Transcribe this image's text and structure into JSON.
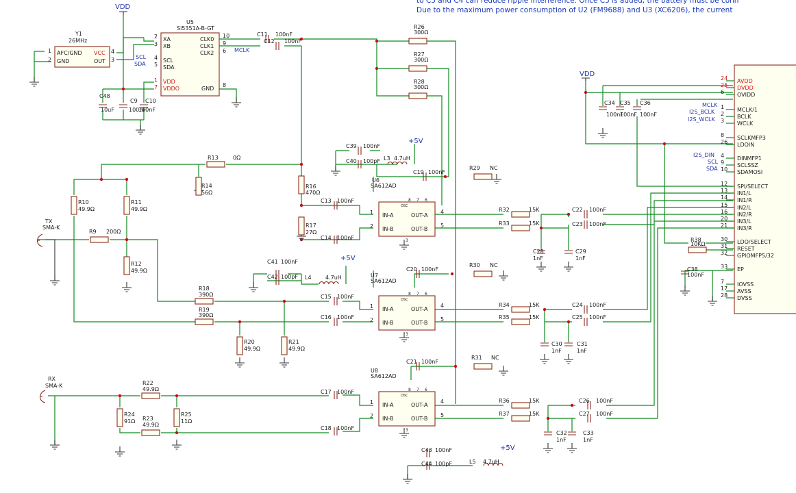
{
  "note_lines": [
    "to C5 and C4 can reduce ripple interference. Once C5 is added, the battery must be conn",
    "Due to the maximum power consumption of U2 (FM9688) and U3 (XC6206), the current"
  ],
  "power": {
    "vdd": "VDD",
    "p5v": "+5V"
  },
  "y1": {
    "ref": "Y1",
    "value": "26MHz",
    "pins": [
      "AFC/GND",
      "GND",
      "VCC",
      "OUT"
    ],
    "pin_nums": [
      "1",
      "2",
      "3",
      "4"
    ]
  },
  "u5": {
    "ref": "U5",
    "part": "Si5351A-B-GT",
    "left_pins": [
      {
        "num": "2",
        "name": "XA"
      },
      {
        "num": "3",
        "name": "XB"
      },
      {
        "num": "4",
        "name": "SCL"
      },
      {
        "num": "5",
        "name": "SDA"
      },
      {
        "num": "1",
        "name": "VDD"
      },
      {
        "num": "7",
        "name": "VDDO"
      }
    ],
    "right_pins": [
      {
        "num": "10",
        "name": "CLK0"
      },
      {
        "num": "9",
        "name": "CLK1"
      },
      {
        "num": "6",
        "name": "CLK2"
      },
      {
        "num": "8",
        "name": "GND"
      }
    ],
    "net_labels": [
      "SCL",
      "SDA",
      "MCLK"
    ]
  },
  "sa612": {
    "pins_left": [
      {
        "num": "1",
        "name": "IN-A"
      },
      {
        "num": "2",
        "name": "IN-B"
      }
    ],
    "pins_right": [
      {
        "num": "4",
        "name": "OUT-A"
      },
      {
        "num": "5",
        "name": "OUT-B"
      }
    ],
    "osc": "OSC",
    "top_pins": [
      "8",
      "7",
      "6"
    ],
    "bottom_pin": "3",
    "units": [
      {
        "ref": "U6",
        "part": "SA612AD"
      },
      {
        "ref": "U7",
        "part": "SA612AD"
      },
      {
        "ref": "U8",
        "part": "SA612AD"
      }
    ]
  },
  "codec": {
    "pins": [
      {
        "num": "24",
        "name": "AVDD",
        "red": true
      },
      {
        "num": "25",
        "name": "DVDD",
        "red": true
      },
      {
        "num": "6",
        "name": "OVIDD"
      },
      {
        "num": "1",
        "name": "MCLK/1"
      },
      {
        "num": "2",
        "name": "BCLK"
      },
      {
        "num": "3",
        "name": "WCLK"
      },
      {
        "num": "8",
        "name": "SCLKMFP3"
      },
      {
        "num": "26",
        "name": "LDOIN"
      },
      {
        "num": "4",
        "name": "DINMFP1"
      },
      {
        "num": "9",
        "name": "SCLSSZ"
      },
      {
        "num": "10",
        "name": "SDAMOSI"
      },
      {
        "num": "12",
        "name": "SPI/SELECT"
      },
      {
        "num": "13",
        "name": "IN1/L"
      },
      {
        "num": "14",
        "name": "IN1/R"
      },
      {
        "num": "15",
        "name": "IN2/L"
      },
      {
        "num": "16",
        "name": "IN2/R"
      },
      {
        "num": "20",
        "name": "IN3/L"
      },
      {
        "num": "21",
        "name": "IN3/R"
      },
      {
        "num": "30",
        "name": "LDO/SELECT"
      },
      {
        "num": "31",
        "name": "RESET"
      },
      {
        "num": "32",
        "name": "GPIOMFP5/32"
      },
      {
        "num": "33",
        "name": "EP"
      },
      {
        "num": "7",
        "name": "IOVSS"
      },
      {
        "num": "17",
        "name": "AVSS"
      },
      {
        "num": "28",
        "name": "DVSS"
      }
    ],
    "net_labels": [
      "MCLK",
      "I2S_BCLK",
      "I2S_WCLK",
      "I2S_DIN",
      "SCL",
      "SDA"
    ]
  },
  "connectors": [
    {
      "ref": "TX",
      "part": "SMA-K"
    },
    {
      "ref": "RX",
      "part": "SMA-K"
    }
  ],
  "components": [
    {
      "id": "C11",
      "ref": "C11",
      "value": "100nF"
    },
    {
      "id": "C12",
      "ref": "C12",
      "value": "100nF"
    },
    {
      "id": "C48",
      "ref": "C48",
      "value": "10uF"
    },
    {
      "id": "C9",
      "ref": "C9",
      "value": "100nF"
    },
    {
      "id": "C10",
      "ref": "C10",
      "value": "100nF"
    },
    {
      "id": "R26",
      "ref": "R26",
      "value": "300Ω"
    },
    {
      "id": "R27",
      "ref": "R27",
      "value": "300Ω"
    },
    {
      "id": "R28",
      "ref": "R28",
      "value": "300Ω"
    },
    {
      "id": "C39",
      "ref": "C39",
      "value": "100nF"
    },
    {
      "id": "C40",
      "ref": "C40",
      "value": "100pF"
    },
    {
      "id": "L3",
      "ref": "L3",
      "value": "4.7uH"
    },
    {
      "id": "C19",
      "ref": "C19",
      "value": "100nF"
    },
    {
      "id": "R29",
      "ref": "R29",
      "value": "NC"
    },
    {
      "id": "R13",
      "ref": "R13",
      "value": "0Ω"
    },
    {
      "id": "R14",
      "ref": "R14",
      "value": "56Ω"
    },
    {
      "id": "R16",
      "ref": "R16",
      "value": "470Ω"
    },
    {
      "id": "R17",
      "ref": "R17",
      "value": "27Ω"
    },
    {
      "id": "R10",
      "ref": "R10",
      "value": "49.9Ω"
    },
    {
      "id": "R11",
      "ref": "R11",
      "value": "49.9Ω"
    },
    {
      "id": "R9",
      "ref": "R9",
      "value": "200Ω"
    },
    {
      "id": "R12",
      "ref": "R12",
      "value": "49.9Ω"
    },
    {
      "id": "C13",
      "ref": "C13",
      "value": "100nF"
    },
    {
      "id": "C14",
      "ref": "C14",
      "value": "100nF"
    },
    {
      "id": "R32",
      "ref": "R32",
      "value": "15K"
    },
    {
      "id": "R33",
      "ref": "R33",
      "value": "15K"
    },
    {
      "id": "C22",
      "ref": "C22",
      "value": "100nF"
    },
    {
      "id": "C23",
      "ref": "C23",
      "value": "100nF"
    },
    {
      "id": "C28",
      "ref": "C28",
      "value": "1nF"
    },
    {
      "id": "C29",
      "ref": "C29",
      "value": "1nF"
    },
    {
      "id": "C41",
      "ref": "C41",
      "value": "100nF"
    },
    {
      "id": "C42",
      "ref": "C42",
      "value": "100pF"
    },
    {
      "id": "L4",
      "ref": "L4",
      "value": "4.7uH"
    },
    {
      "id": "C20",
      "ref": "C20",
      "value": "100nF"
    },
    {
      "id": "R30",
      "ref": "R30",
      "value": "NC"
    },
    {
      "id": "R18",
      "ref": "R18",
      "value": "390Ω"
    },
    {
      "id": "R19",
      "ref": "R19",
      "value": "390Ω"
    },
    {
      "id": "R20",
      "ref": "R20",
      "value": "49.9Ω"
    },
    {
      "id": "R21",
      "ref": "R21",
      "value": "49.9Ω"
    },
    {
      "id": "C15",
      "ref": "C15",
      "value": "100nF"
    },
    {
      "id": "C16",
      "ref": "C16",
      "value": "100nF"
    },
    {
      "id": "R34",
      "ref": "R34",
      "value": "15K"
    },
    {
      "id": "R35",
      "ref": "R35",
      "value": "15K"
    },
    {
      "id": "C24",
      "ref": "C24",
      "value": "100nF"
    },
    {
      "id": "C25",
      "ref": "C25",
      "value": "100nF"
    },
    {
      "id": "C30",
      "ref": "C30",
      "value": "1nF"
    },
    {
      "id": "C31",
      "ref": "C31",
      "value": "1nF"
    },
    {
      "id": "C21",
      "ref": "C21",
      "value": "100nF"
    },
    {
      "id": "R31",
      "ref": "R31",
      "value": "NC"
    },
    {
      "id": "R22",
      "ref": "R22",
      "value": "49.9Ω"
    },
    {
      "id": "R23",
      "ref": "R23",
      "value": "49.9Ω"
    },
    {
      "id": "R24",
      "ref": "R24",
      "value": "91Ω"
    },
    {
      "id": "R25",
      "ref": "R25",
      "value": "11Ω"
    },
    {
      "id": "C17",
      "ref": "C17",
      "value": "100nF"
    },
    {
      "id": "C18",
      "ref": "C18",
      "value": "100nF"
    },
    {
      "id": "R36",
      "ref": "R36",
      "value": "15K"
    },
    {
      "id": "R37",
      "ref": "R37",
      "value": "15K"
    },
    {
      "id": "C26",
      "ref": "C26",
      "value": "100nF"
    },
    {
      "id": "C27",
      "ref": "C27",
      "value": "100nF"
    },
    {
      "id": "C32",
      "ref": "C32",
      "value": "1nF"
    },
    {
      "id": "C33",
      "ref": "C33",
      "value": "1nF"
    },
    {
      "id": "C43",
      "ref": "C43",
      "value": "100nF"
    },
    {
      "id": "C44",
      "ref": "C44",
      "value": "100pF"
    },
    {
      "id": "L5",
      "ref": "L5",
      "value": "4.7uH"
    },
    {
      "id": "C34",
      "ref": "C34",
      "value": "100nF"
    },
    {
      "id": "C35",
      "ref": "C35",
      "value": "100nF"
    },
    {
      "id": "C36",
      "ref": "C36",
      "value": "100nF"
    },
    {
      "id": "R38",
      "ref": "R38",
      "value": "10KΩ"
    },
    {
      "id": "C38",
      "ref": "C38",
      "value": "100nF"
    }
  ]
}
